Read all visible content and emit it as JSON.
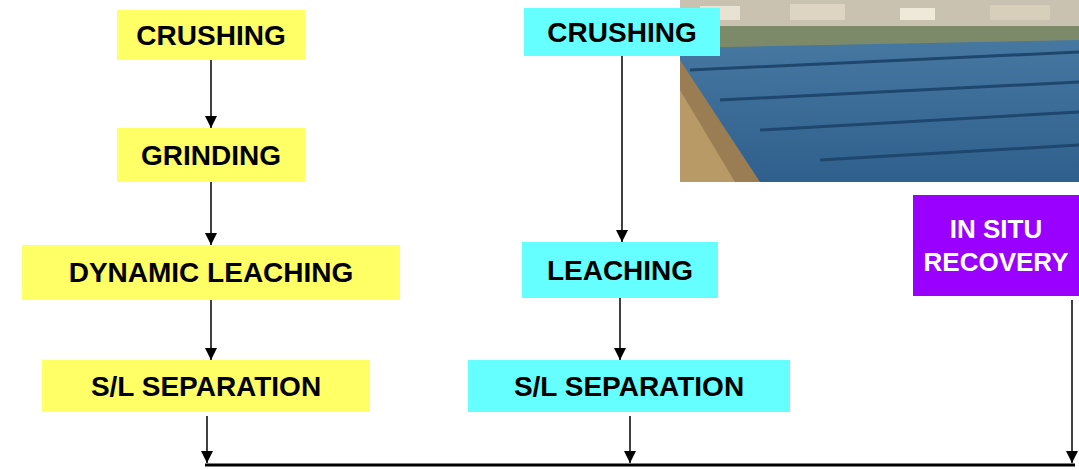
{
  "diagram": {
    "nodes": [
      {
        "text": [
          "CRUSHING"
        ]
      },
      {
        "text": [
          "GRINDING"
        ]
      },
      {
        "text": [
          "DYNAMIC LEACHING"
        ]
      },
      {
        "text": [
          "S/L SEPARATION"
        ]
      },
      {
        "text": [
          "CRUSHING"
        ]
      },
      {
        "text": [
          "LEACHING"
        ]
      },
      {
        "text": [
          "S/L SEPARATION"
        ]
      },
      {
        "text": [
          "IN SITU RECOVERY"
        ]
      }
    ],
    "edges": [
      {
        "from": 0,
        "to": 1,
        "arrow": "to"
      },
      {
        "from": 1,
        "to": 2,
        "arrow": "to"
      },
      {
        "from": 2,
        "to": 3,
        "arrow": "to"
      },
      {
        "from": 4,
        "to": 5,
        "arrow": "to"
      },
      {
        "from": 5,
        "to": 6,
        "arrow": "to"
      }
    ]
  }
}
